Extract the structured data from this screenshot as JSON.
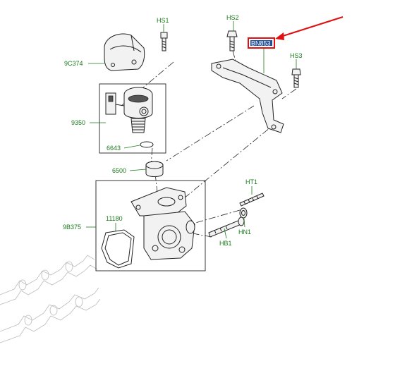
{
  "parts": {
    "hs1": "HS1",
    "hs2": "HS2",
    "hs3": "HS3",
    "bracket": "BN853",
    "cover": "9C374",
    "pump": "9350",
    "oring": "6643",
    "follower": "6500",
    "housing": "9B375",
    "gasket": "11180",
    "ht1": "HT1",
    "hb1": "HB1",
    "hn1": "HN1"
  },
  "highlight": {
    "target": "BN853",
    "box_color": "#e01010",
    "arrow_color": "#e01010"
  },
  "colors": {
    "label": "#1a7a1a",
    "line": "#222222"
  }
}
